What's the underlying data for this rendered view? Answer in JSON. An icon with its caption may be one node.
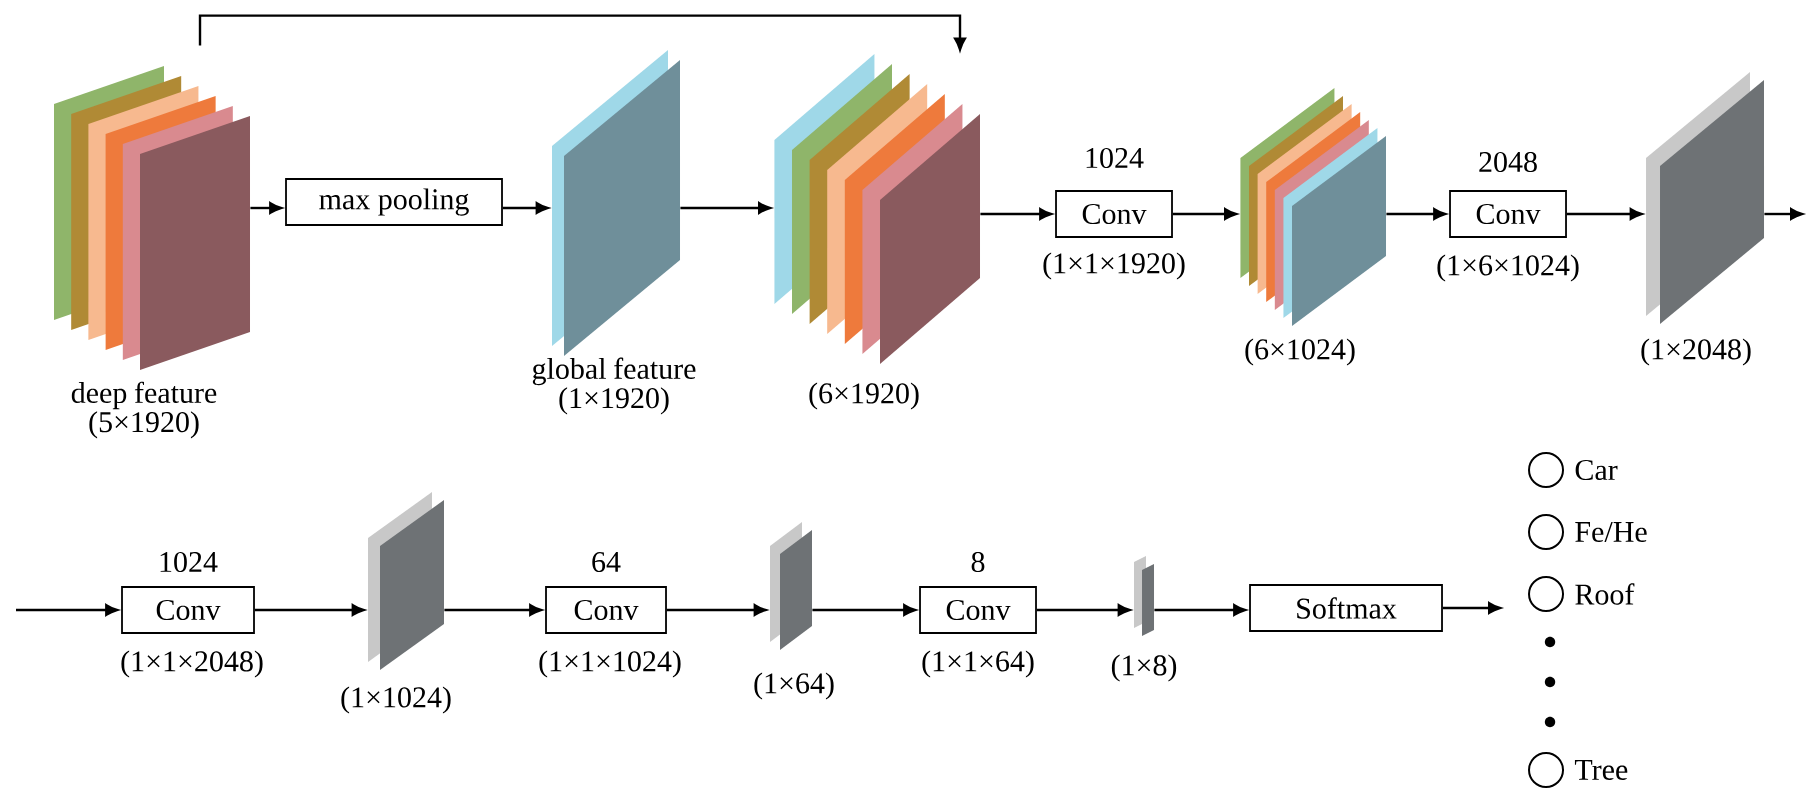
{
  "diagram": {
    "nodes": [
      {
        "text": [],
        "shape": "box",
        "beside": [
          "deep feature (5×1920)"
        ]
      },
      {
        "text": [
          "max pooling"
        ]
      },
      {
        "text": [],
        "shape": "box",
        "beside": [
          "global feature (1×1920)"
        ]
      },
      {
        "text": [],
        "shape": "box",
        "beside": [
          "(6×1920)"
        ]
      },
      {
        "text": [
          "Conv"
        ],
        "beside": [
          "1024",
          "(1×1×1920)"
        ]
      },
      {
        "text": [],
        "shape": "box",
        "beside": [
          "(6×1024)"
        ]
      },
      {
        "text": [
          "Conv"
        ],
        "beside": [
          "2048",
          "(1×6×1024)"
        ]
      },
      {
        "text": [],
        "shape": "box",
        "beside": [
          "(1×2048)"
        ]
      },
      {
        "text": [
          "Conv"
        ],
        "beside": [
          "1024",
          "(1×1×2048)"
        ]
      },
      {
        "text": [],
        "shape": "box",
        "beside": [
          "(1×1024)"
        ]
      },
      {
        "text": [
          "Conv"
        ],
        "beside": [
          "64",
          "(1×1×1024)"
        ]
      },
      {
        "text": [],
        "shape": "box",
        "beside": [
          "(1×64)"
        ]
      },
      {
        "text": [
          "Conv"
        ],
        "beside": [
          "8",
          "(1×1×64)"
        ]
      },
      {
        "text": [],
        "shape": "box",
        "beside": [
          "(1×8)"
        ]
      },
      {
        "text": [
          "Softmax"
        ]
      },
      {
        "text": [],
        "shape": "circle",
        "beside": [
          "Car"
        ]
      },
      {
        "text": [],
        "shape": "circle",
        "beside": [
          "Fe/He"
        ]
      },
      {
        "text": [],
        "shape": "circle",
        "beside": [
          "Roof"
        ]
      },
      {
        "text": [],
        "shape": "circle",
        "beside": [
          "Tree"
        ]
      }
    ],
    "edges": [
      {
        "from": 0,
        "to": 1,
        "arrow": "to"
      },
      {
        "from": 1,
        "to": 2,
        "arrow": "to"
      },
      {
        "from": 2,
        "to": 3,
        "arrow": "to"
      },
      {
        "from": 0,
        "to": 3,
        "arrow": "to"
      },
      {
        "from": 3,
        "to": 4,
        "arrow": "to"
      },
      {
        "from": 4,
        "to": 5,
        "arrow": "to"
      },
      {
        "from": 5,
        "to": 6,
        "arrow": "to"
      },
      {
        "from": 6,
        "to": 7,
        "arrow": "to"
      },
      {
        "from": 7,
        "to": null,
        "arrow": "to"
      },
      {
        "from": null,
        "to": 8,
        "arrow": "to"
      },
      {
        "from": 8,
        "to": 9,
        "arrow": "to"
      },
      {
        "from": 9,
        "to": 10,
        "arrow": "to"
      },
      {
        "from": 10,
        "to": 11,
        "arrow": "to"
      },
      {
        "from": 11,
        "to": 12,
        "arrow": "to"
      },
      {
        "from": 12,
        "to": 13,
        "arrow": "to"
      },
      {
        "from": 13,
        "to": 14,
        "arrow": "to"
      },
      {
        "from": 14,
        "to": null,
        "arrow": "to"
      }
    ]
  }
}
